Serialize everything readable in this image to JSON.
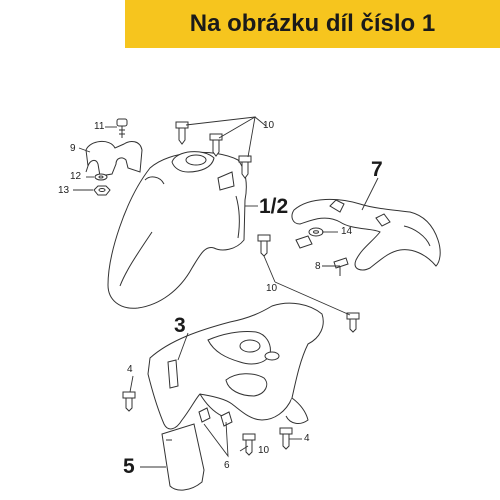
{
  "banner": {
    "text": "Na obrázku díl číslo 1",
    "color": "#f6c51e"
  },
  "callouts": {
    "c11": "11",
    "c9": "9",
    "c12": "12",
    "c13": "13",
    "c10_top": "10",
    "c1_2": "1/2",
    "c7": "7",
    "c14": "14",
    "c8": "8",
    "c10_mid": "10",
    "c3": "3",
    "c4_left": "4",
    "c4_right": "4",
    "c10_bottom": "10",
    "c6": "6",
    "c5": "5"
  },
  "parts": [
    "front-fender",
    "fender-bracket",
    "rear-fender-inner",
    "mud-flap",
    "clamp-saddle",
    "screw",
    "washer",
    "nut",
    "clip"
  ]
}
